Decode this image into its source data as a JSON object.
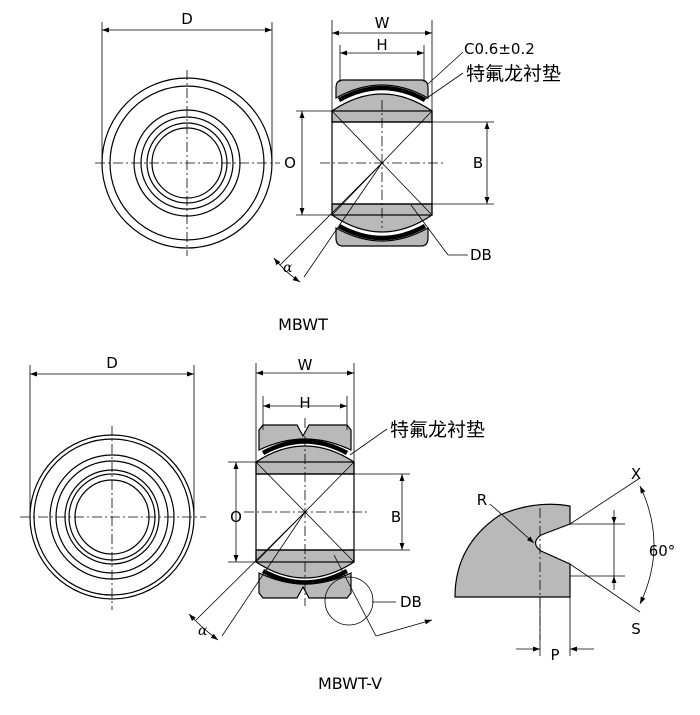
{
  "top": {
    "caption": "MBWT",
    "dim_D": "D",
    "dim_W": "W",
    "dim_H": "H",
    "dim_O": "O",
    "dim_B": "B",
    "chamfer": "C0.6±0.2",
    "liner": "特氟龙衬垫",
    "dim_DB": "DB",
    "angle": "α"
  },
  "bottom": {
    "caption": "MBWT-V",
    "dim_D": "D",
    "dim_W": "W",
    "dim_H": "H",
    "dim_O": "O",
    "dim_B": "B",
    "liner": "特氟龙衬垫",
    "dim_DB": "DB",
    "angle": "α"
  },
  "groove_detail": {
    "radius": "R",
    "top_mark": "X",
    "bottom_mark": "S",
    "angle": "60°",
    "pitch": "P"
  }
}
